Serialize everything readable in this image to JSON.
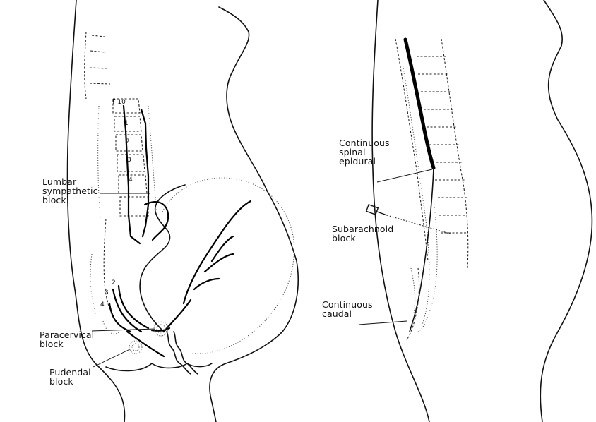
{
  "left_figure": {
    "labels": {
      "lumbar": "Lumbar\nsympathetic\nblock",
      "paracervical": "Paracervical\nblock",
      "pudendal": "Pudendal\nblock"
    },
    "vertebra_marks": {
      "t10": "T 10",
      "l1": "1",
      "l2": "2",
      "l3": "3",
      "l4": "4"
    },
    "sacral_marks": {
      "s2": "2",
      "s3": "3",
      "s4": "4"
    }
  },
  "right_figure": {
    "labels": {
      "spinal_epidural": "Continuous\nspinal\nepidural",
      "subarachnoid": "Subarachnoid\nblock",
      "caudal": "Continuous\ncaudal"
    }
  }
}
